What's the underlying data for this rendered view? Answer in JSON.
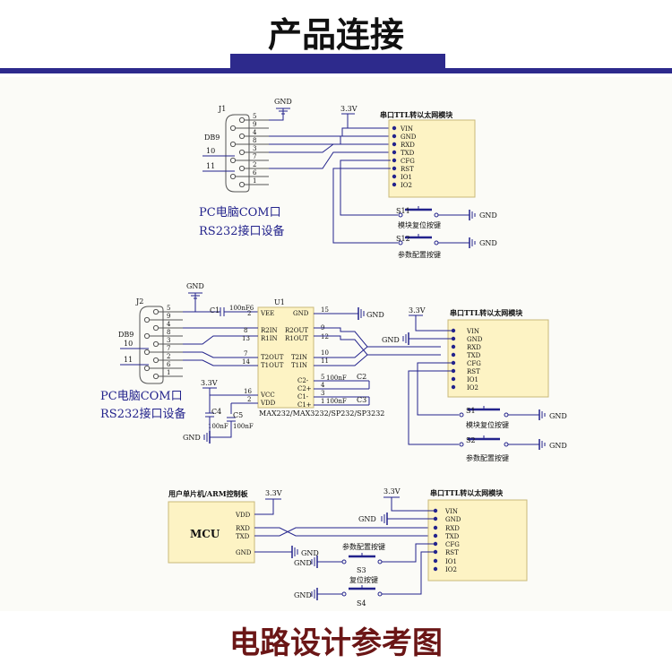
{
  "page": {
    "title": "产品连接",
    "footer": "电路设计参考图"
  },
  "common": {
    "gnd": "GND",
    "v33": "3.3V",
    "module_title": "串口TTL转以太网模块",
    "module_pins": [
      "VIN",
      "GND",
      "RXD",
      "TXD",
      "CFG",
      "RST",
      "IO1",
      "IO2"
    ],
    "db9": "DB9",
    "pc_com": "PC电脑COM口",
    "rs232_dev": "RS232接口设备"
  },
  "circuit1": {
    "connector": "J1",
    "db9_pins": [
      "5",
      "9",
      "4",
      "8",
      "3",
      "7",
      "2",
      "6",
      "1"
    ],
    "net_10": "10",
    "net_11": "11",
    "s11": "S11",
    "s11_label": "模块复位按键",
    "s12": "S12",
    "s12_label": "参数配置按键"
  },
  "circuit2": {
    "connector": "J2",
    "chip": "U1",
    "db9_pins": [
      "5",
      "9",
      "4",
      "8",
      "3",
      "7",
      "2",
      "6",
      "1"
    ],
    "net_10": "10",
    "net_11": "11",
    "c1": "C1",
    "c1_val": "100nF6",
    "chip_left_pins": [
      {
        "num": "2",
        "name": "VEE"
      },
      {
        "num": "8",
        "name": "R2IN"
      },
      {
        "num": "13",
        "name": "R1IN"
      },
      {
        "num": "7",
        "name": "T2OUT"
      },
      {
        "num": "14",
        "name": "T1OUT"
      },
      {
        "num": "16",
        "name": "VCC"
      },
      {
        "num": "2",
        "name": "VDD"
      }
    ],
    "chip_right_pins": [
      {
        "num": "15",
        "name": "GND"
      },
      {
        "num": "9",
        "name": "R2OUT"
      },
      {
        "num": "12",
        "name": "R1OUT"
      },
      {
        "num": "10",
        "name": "T2IN"
      },
      {
        "num": "11",
        "name": "T1IN"
      },
      {
        "num": "5",
        "name": "C2-"
      },
      {
        "num": "4",
        "name": "C2+"
      },
      {
        "num": "3",
        "name": "C1-"
      },
      {
        "num": "1",
        "name": "C1+"
      }
    ],
    "c2": "C2",
    "c2_val": "100nF",
    "c3": "C3",
    "c3_val": "100nF",
    "c4": "C4",
    "c4_val": "100nF",
    "c5": "C5",
    "c5_val": "100nF",
    "chip_part": "MAX232/MAX3232/SP232/SP3232",
    "s1": "S1",
    "s1_label": "模块复位按键",
    "s2": "S2",
    "s2_label": "参数配置按键"
  },
  "circuit3": {
    "board_label": "用户单片机/ARM控制板",
    "mcu": "MCU",
    "mcu_pins": [
      "VDD",
      "RXD",
      "TXD",
      "GND"
    ],
    "s3": "S3",
    "s3_label": "参数配置按键",
    "s4": "S4",
    "s4_label": "复位按键"
  },
  "colors": {
    "bar": "#2d2a8c",
    "module_fill": "#fdf3c4",
    "wire": "#23238c",
    "footer": "#6b1616"
  }
}
